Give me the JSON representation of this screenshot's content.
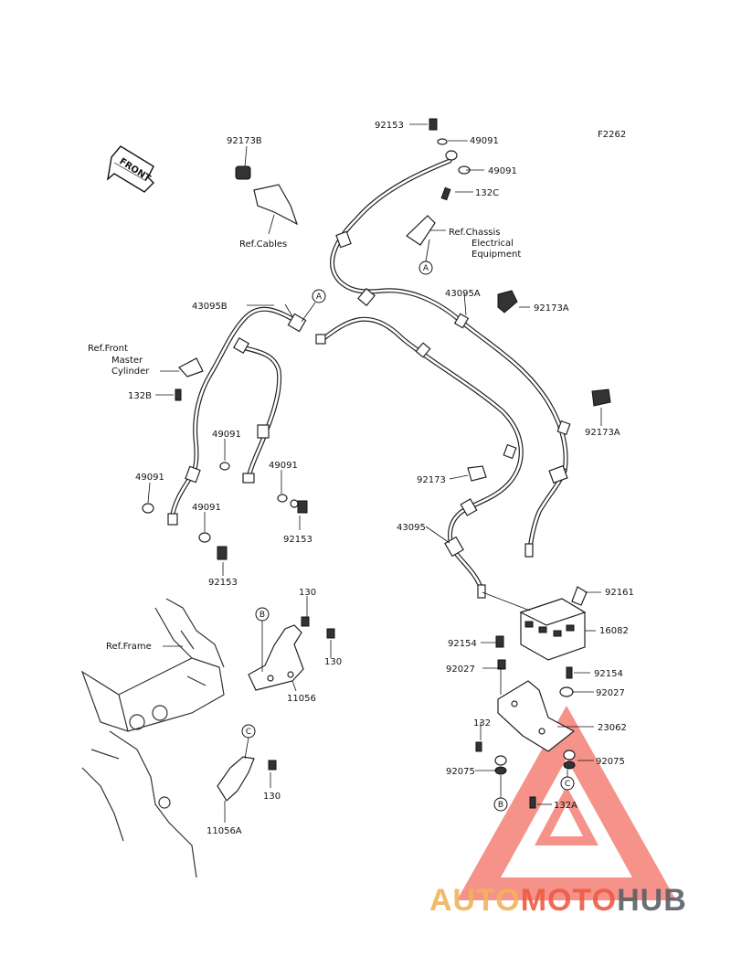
{
  "figure_code": "F2262",
  "front_label": "FRONT",
  "part_labels": [
    "92153",
    "49091",
    "49091",
    "92173B",
    "132C",
    "Ref.Chassis",
    "Electrical",
    "Equipment",
    "Ref.Cables",
    "43095B",
    "43095A",
    "92173A",
    "Ref.Front",
    "Master",
    "Cylinder",
    "132B",
    "92173A",
    "49091",
    "49091",
    "49091",
    "92173",
    "43095",
    "49091",
    "92153",
    "92153",
    "130",
    "130",
    "Ref.Frame",
    "11056",
    "92161",
    "92154",
    "16082",
    "92027",
    "92154",
    "92027",
    "132",
    "23062",
    "92075",
    "92075",
    "132A",
    "130",
    "11056A"
  ],
  "callouts": [
    "A",
    "A",
    "B",
    "B",
    "C",
    "C"
  ],
  "watermark": {
    "part1": "AUTO",
    "part2": "MOTO",
    "part3": "HUB",
    "colors": {
      "auto": "#f2b25a",
      "moto": "#ee5a44",
      "hub": "#5a5f66",
      "triangle": "#ee3b2b"
    }
  }
}
